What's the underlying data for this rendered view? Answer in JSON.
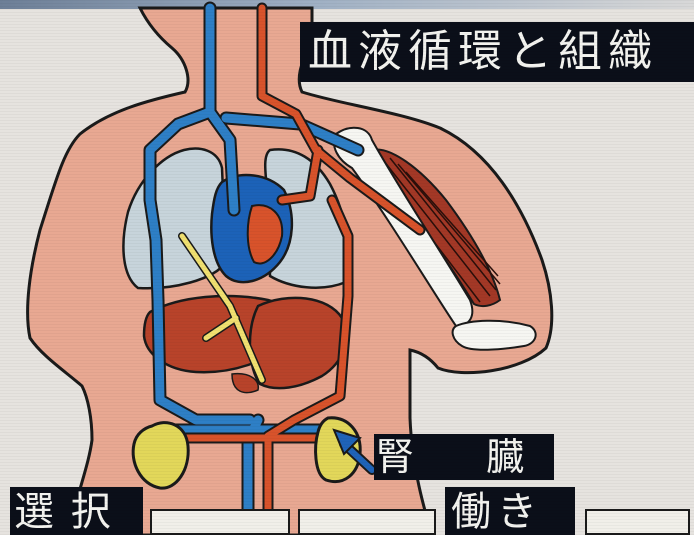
{
  "screen": {
    "title": "血液循環と組織",
    "organ_label": "腎 臓",
    "select_label": "選 択",
    "function_label": "働き"
  },
  "icons": {
    "organ_pointer": "arrow-pointer-icon"
  },
  "colors": {
    "background": "#e6e3df",
    "skin": "#e8a892",
    "vein": "#2e7fc6",
    "artery": "#d8532b",
    "lung": "#c7d4db",
    "liver": "#b8432a",
    "kidney": "#e2d75a",
    "bile_duct": "#f0e070",
    "label_bg": "#0b0f19",
    "label_text": "#f3f3ef"
  }
}
